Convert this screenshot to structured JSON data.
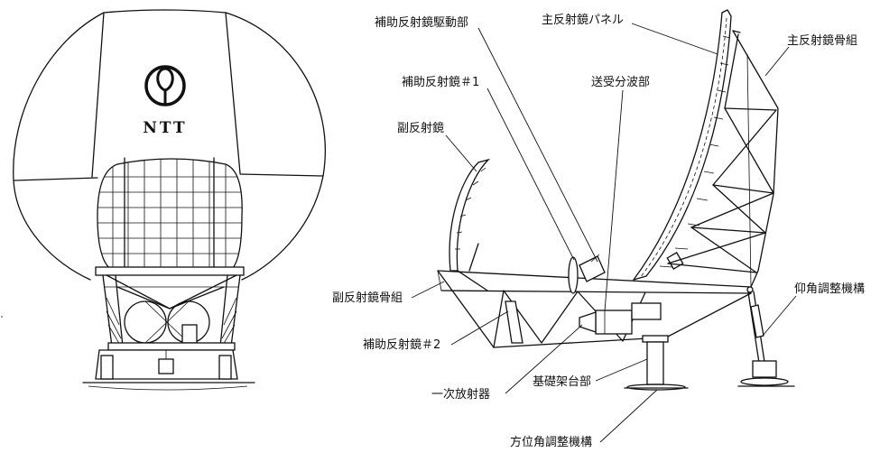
{
  "front_view": {
    "logo_text": "NTT"
  },
  "labels": {
    "subreflector_drive": "補助反射鏡駆動部",
    "main_reflector_panel": "主反射鏡パネル",
    "main_reflector_frame": "主反射鏡骨組",
    "aux_reflector_1": "補助反射鏡＃1",
    "duplexer": "送受分波部",
    "subreflector": "副反射鏡",
    "subreflector_frame": "副反射鏡骨組",
    "elevation_mechanism": "仰角調整機構",
    "aux_reflector_2": "補助反射鏡＃2",
    "primary_radiator": "一次放射器",
    "foundation": "基礎架台部",
    "azimuth_mechanism": "方位角調整機構"
  }
}
